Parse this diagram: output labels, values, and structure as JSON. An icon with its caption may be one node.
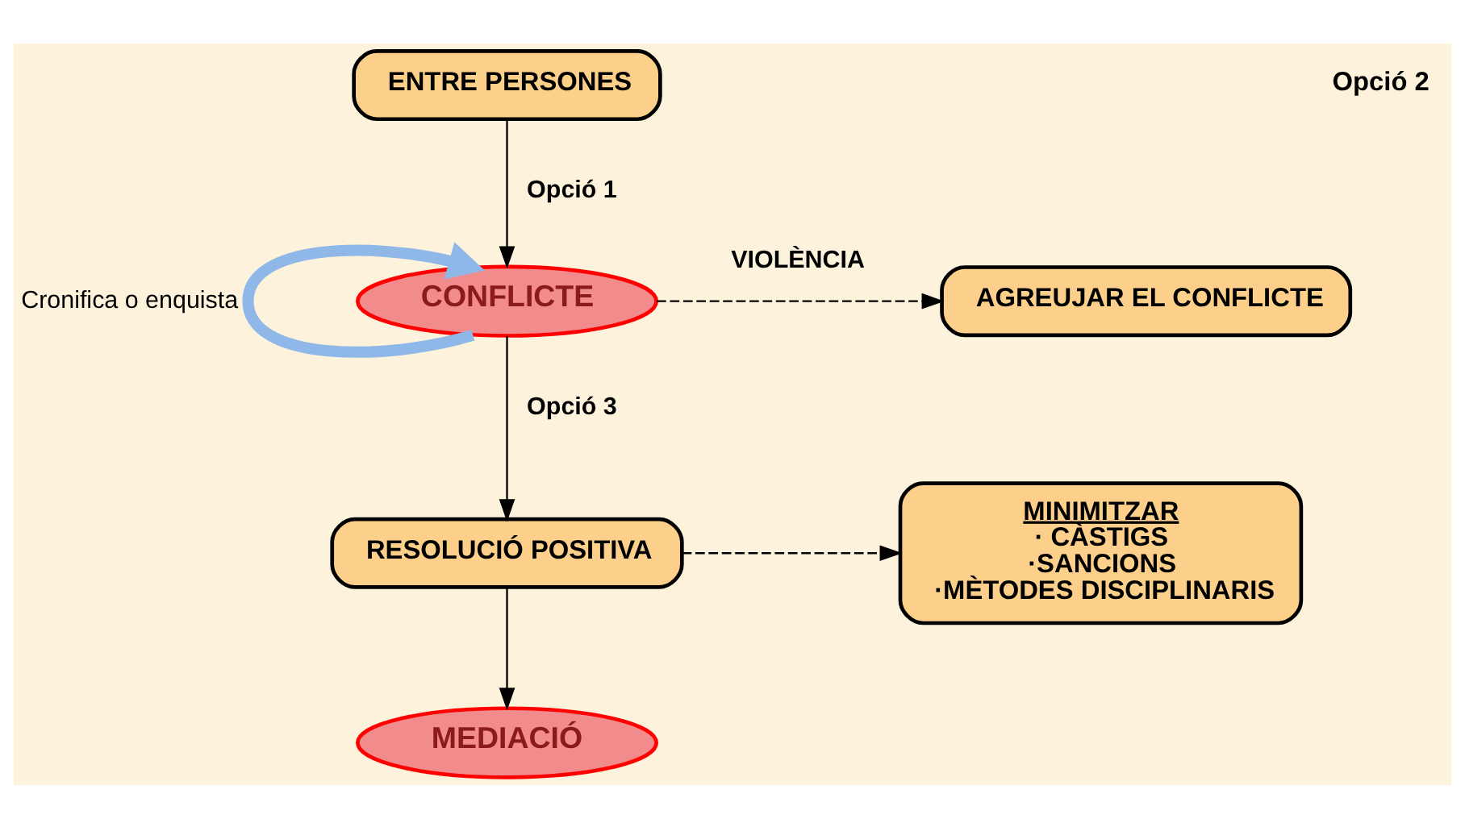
{
  "diagram": {
    "nodes": [
      {
        "text": [
          "ENTRE PERSONES"
        ]
      },
      {
        "text": [
          "CONFLICTE"
        ]
      },
      {
        "text": [
          "AGREUJAR EL CONFLICTE"
        ]
      },
      {
        "text": [
          "RESOLUCIÓ POSITIVA"
        ]
      },
      {
        "text": [
          "MINIMITZAR",
          "· CÀSTIGS",
          "·SANCIONS",
          "·MÈTODES DISCIPLINARIS"
        ]
      },
      {
        "text": [
          "MEDIACIÓ"
        ]
      }
    ],
    "edges": [
      {
        "from": 0,
        "to": 1,
        "arrow": "to",
        "label": "Opció 1"
      },
      {
        "from": 1,
        "to": 2,
        "arrow": "to",
        "label": "VIOLÈNCIA",
        "style": "dashed"
      },
      {
        "from": 1,
        "to": 3,
        "arrow": "to",
        "label": "Opció 3"
      },
      {
        "from": 3,
        "to": 4,
        "arrow": "to",
        "style": "dashed"
      },
      {
        "from": 3,
        "to": 5,
        "arrow": "to"
      },
      {
        "from": 1,
        "to": 1,
        "arrow": "to",
        "label": "Cronifica o enquista",
        "style": "thick",
        "color": "#8fb8e8"
      }
    ],
    "labels": [
      "Opció 2"
    ]
  }
}
